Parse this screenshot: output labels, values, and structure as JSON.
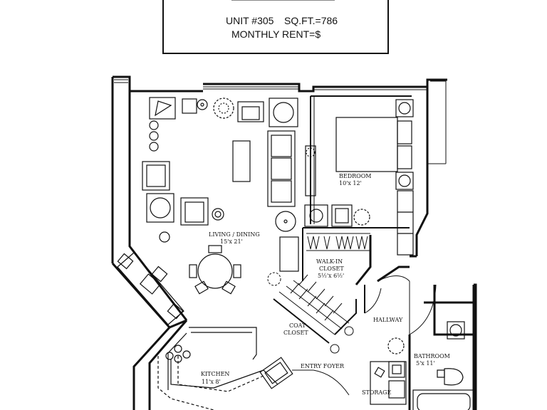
{
  "header": {
    "unit": "UNIT #305",
    "sqft": "SQ.FT.=786",
    "rent": "MONTHLY RENT=$"
  },
  "rooms": {
    "living_name": "LIVING / DINING",
    "living_dim": "15'x 21'",
    "bedroom_name": "BEDROOM",
    "bedroom_dim": "10'x 12'",
    "closet_name1": "WALK-IN",
    "closet_name2": "CLOSET",
    "closet_dim": "5½'x 6½'",
    "coat_name1": "COAT",
    "coat_name2": "CLOSET",
    "hallway_name": "HALLWAY",
    "bathroom_name": "BATHROOM",
    "bathroom_dim": "5'x 11'",
    "kitchen_name": "KITCHEN",
    "kitchen_dim": "11'x 8'",
    "foyer_name": "ENTRY FOYER",
    "storage_name": "STORAGE"
  },
  "colors": {
    "line": "#111111",
    "background": "#ffffff"
  }
}
